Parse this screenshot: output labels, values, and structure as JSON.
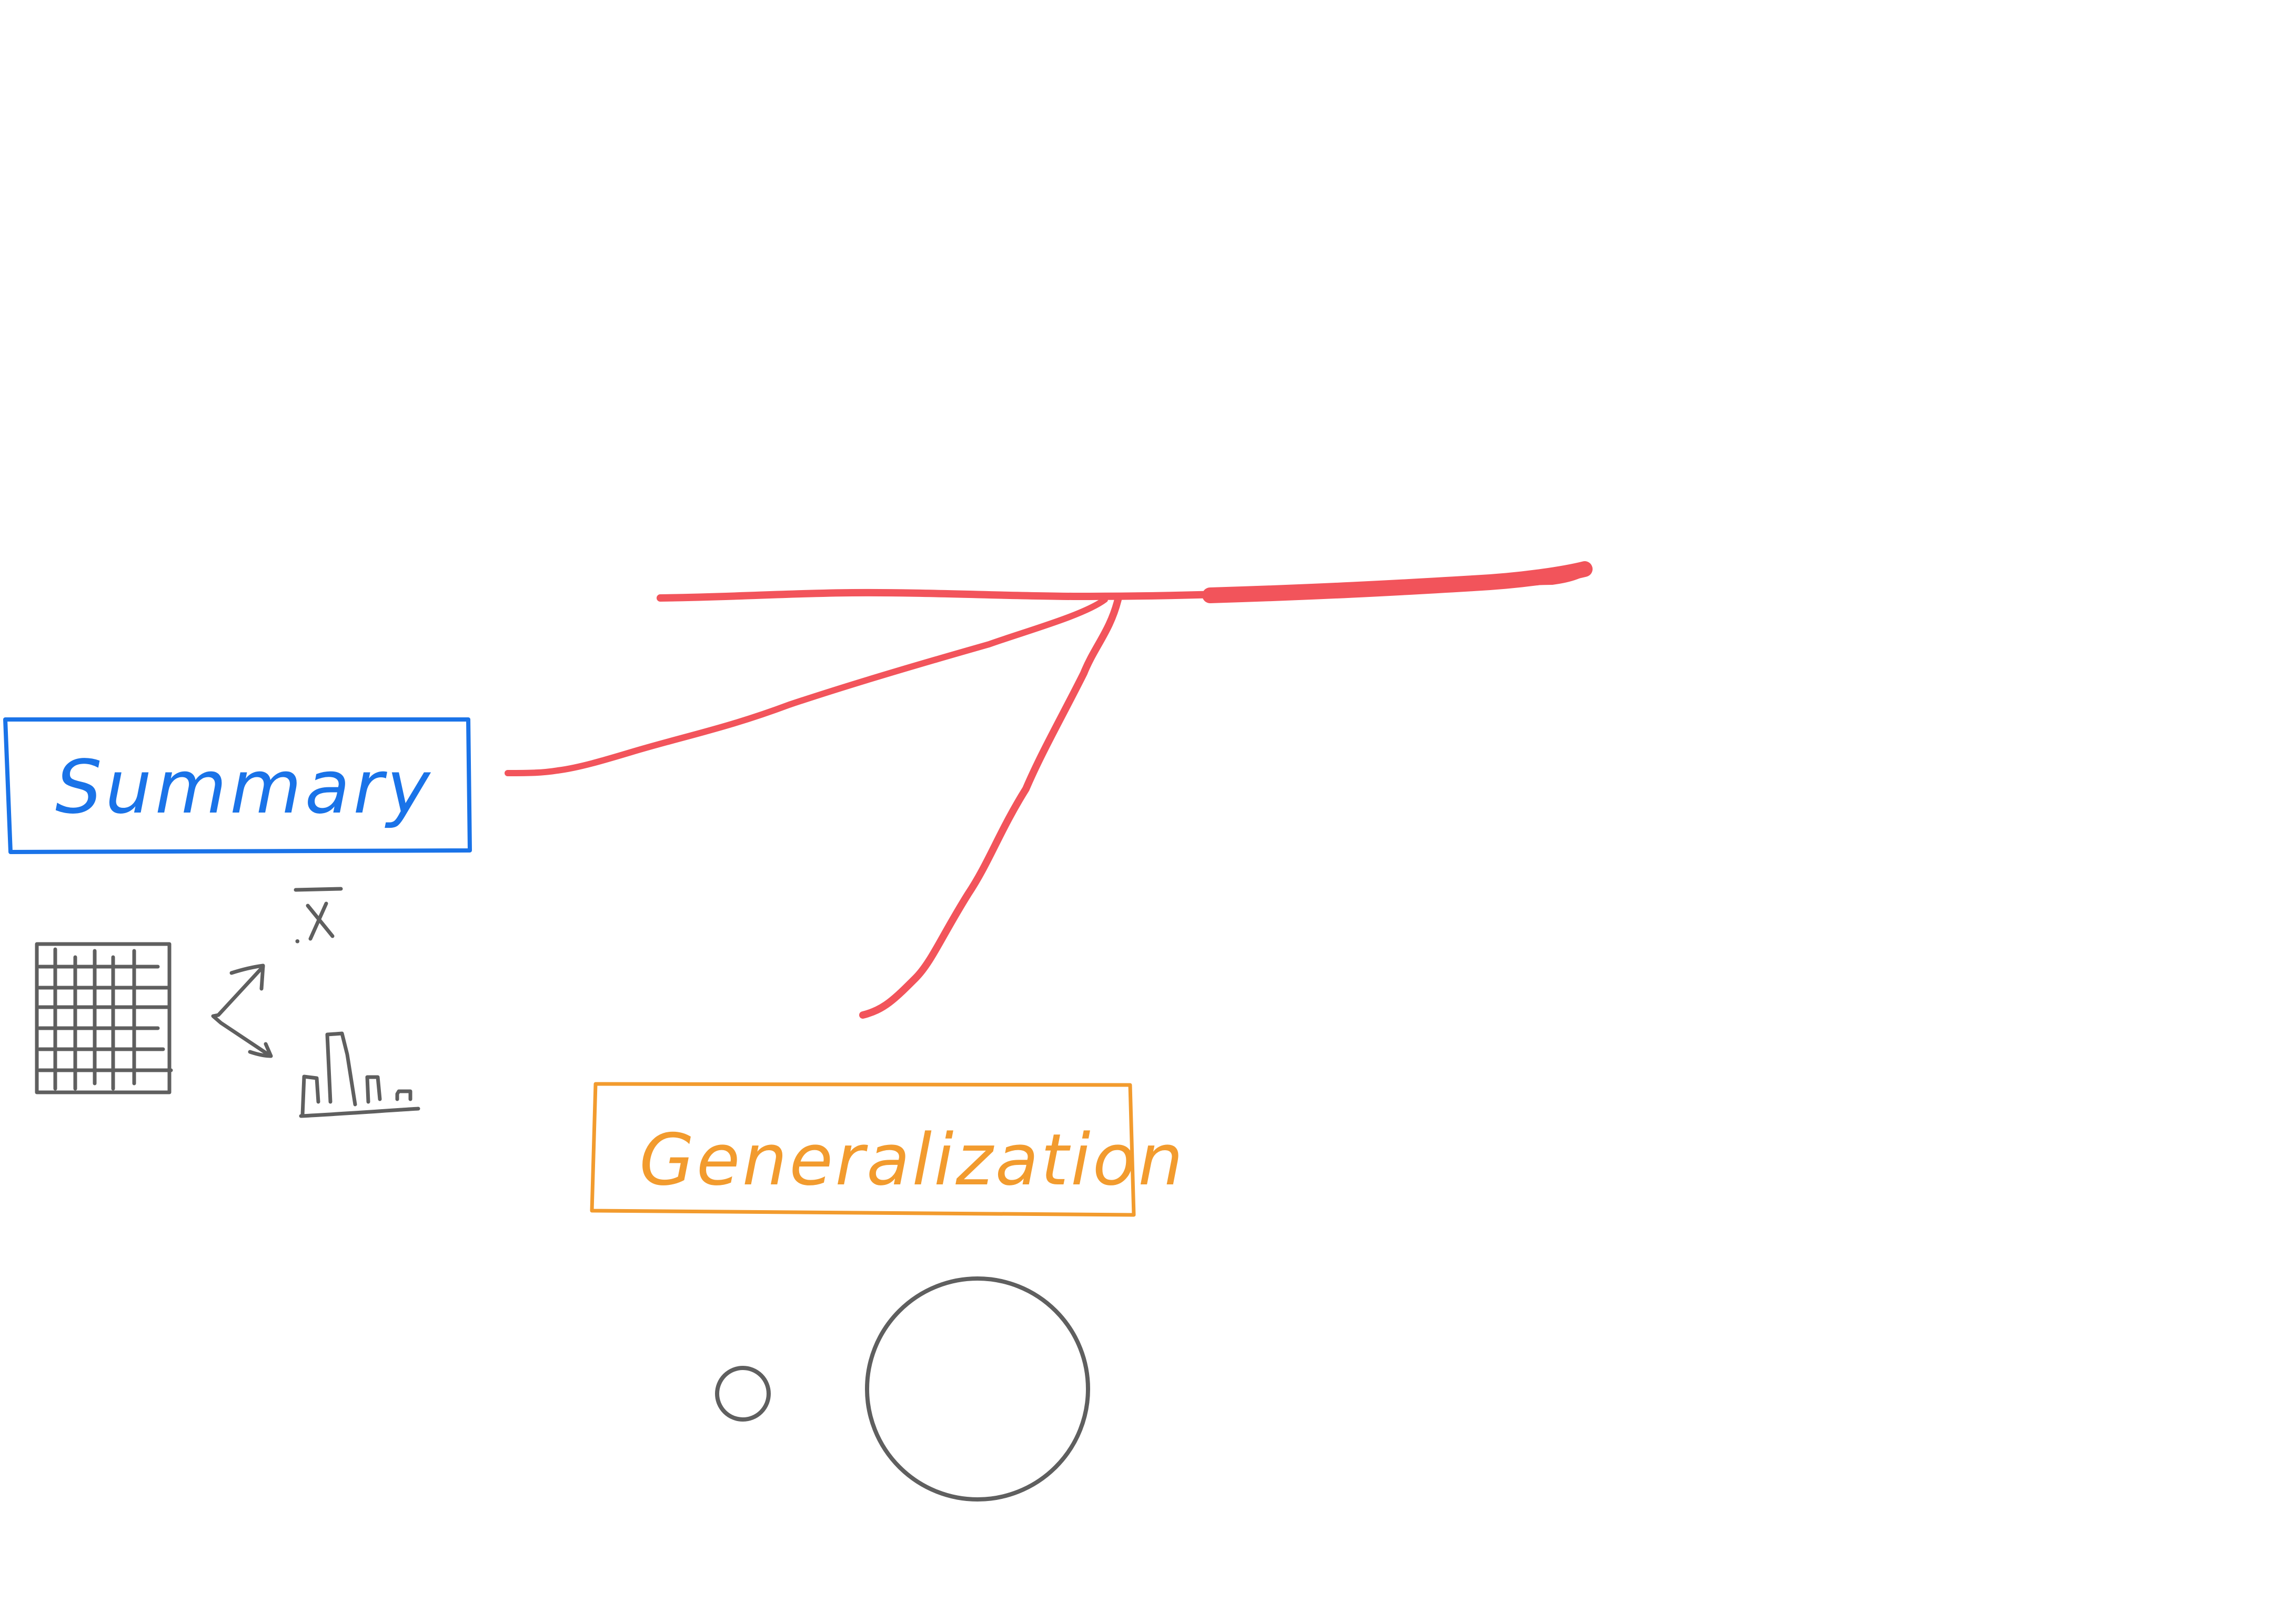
{
  "labels": {
    "summary": "Summary",
    "generalization": "Generalization",
    "x_bar": "x"
  },
  "colors": {
    "background": "#ffffff",
    "summary": "#1a73e8",
    "generalization": "#f29b2e",
    "branch": "#f2545b",
    "sketch": "#5f5f5f"
  },
  "icons": [
    "table-grid-icon",
    "branch-arrows-icon",
    "x-bar-symbol",
    "histogram-icon",
    "small-circle",
    "large-circle"
  ]
}
